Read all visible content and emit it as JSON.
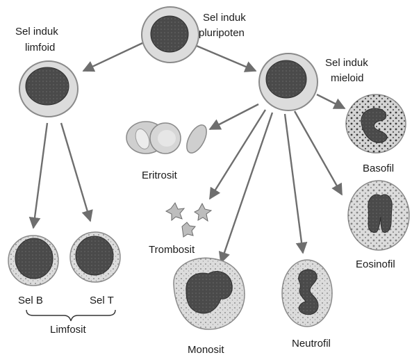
{
  "labels": {
    "pluripotent": [
      "Sel induk",
      "pluripoten"
    ],
    "lymphoid": [
      "Sel induk",
      "limfoid"
    ],
    "myeloid": [
      "Sel induk",
      "mieloid"
    ],
    "erythrocyte": "Eritrosit",
    "thrombocyte": "Trombosit",
    "monocyte": "Monosit",
    "neutrophil": "Neutrofil",
    "basophil": "Basofil",
    "eosinophil": "Eosinofil",
    "b_cell": "Sel B",
    "t_cell": "Sel T",
    "lymphocyte": "Limfosit"
  },
  "colors": {
    "cytoplasm": "#dcdcdc",
    "cell_outline": "#8a8a8a",
    "nucleus": "#4a4a4a",
    "arrow": "#6e6e6e",
    "rbc": "#cfcfcf"
  }
}
